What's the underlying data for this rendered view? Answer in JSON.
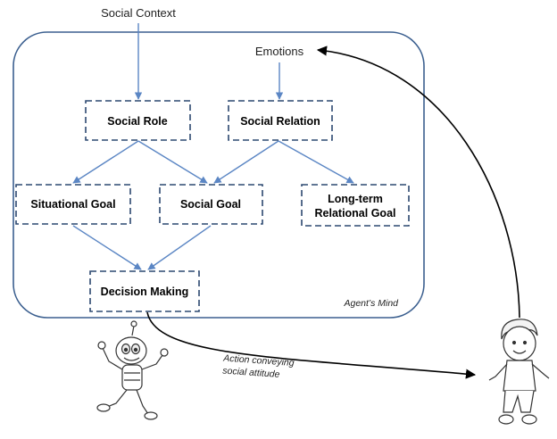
{
  "labels": {
    "social_context": "Social Context",
    "emotions": "Emotions",
    "agents_mind": "Agent’s Mind",
    "action_line1": "Action conveying",
    "action_line2": "social attitude"
  },
  "boxes": {
    "social_role": "Social Role",
    "social_relation": "Social Relation",
    "situational_goal": "Situational Goal",
    "social_goal": "Social Goal",
    "long_term_line1": "Long-term",
    "long_term_line2": "Relational Goal",
    "decision_making": "Decision Making"
  },
  "colors": {
    "frame": "#3b5f8f",
    "box_border": "#2c4870",
    "arrow": "#5b86c4",
    "black_arrow": "#000000"
  },
  "icons": {
    "robot": "robot-agent-icon",
    "human": "human-user-icon"
  }
}
